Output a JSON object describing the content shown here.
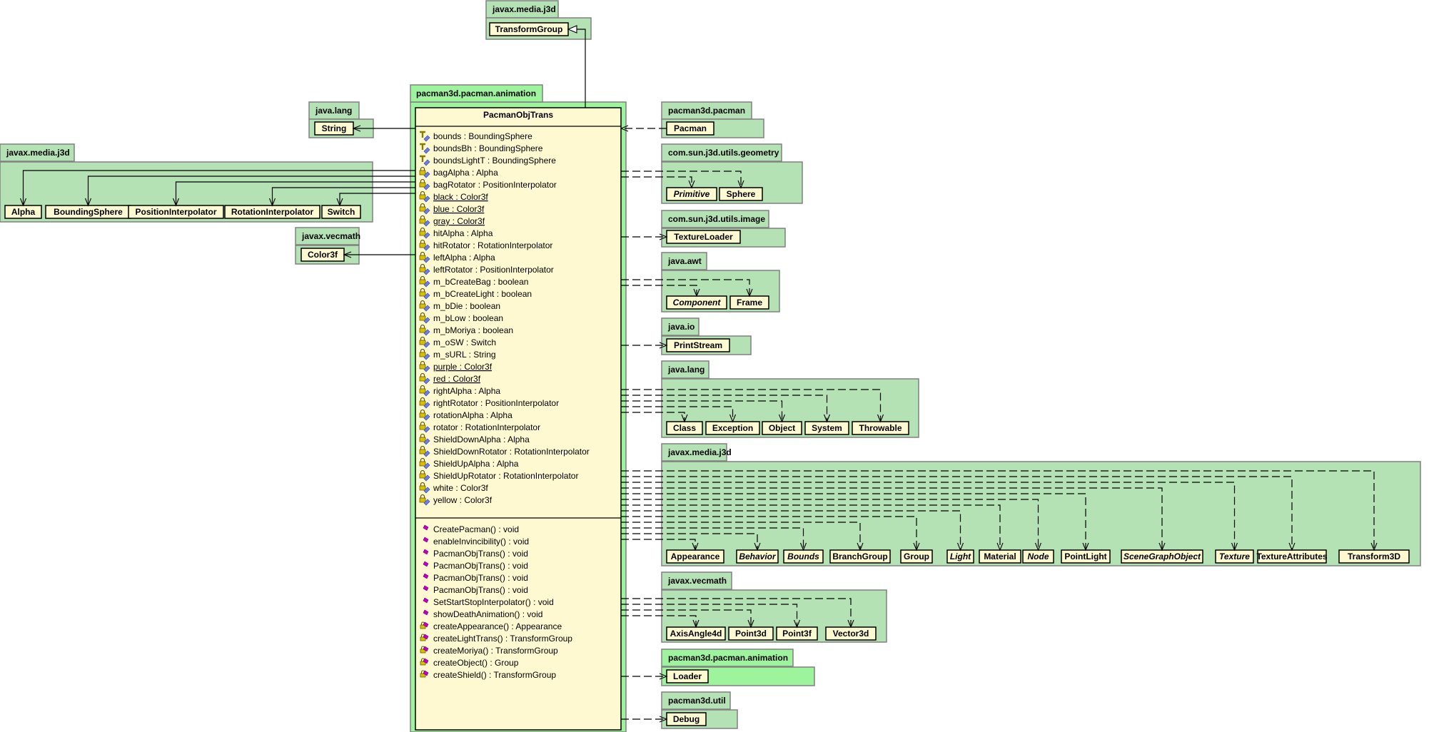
{
  "main_class": {
    "package": "pacman3d.pacman.animation",
    "name": "PacmanObjTrans",
    "attributes": [
      {
        "text": "bounds : BoundingSphere",
        "icon": "protected-field-icon",
        "static": false
      },
      {
        "text": "boundsBh : BoundingSphere",
        "icon": "protected-field-icon",
        "static": false
      },
      {
        "text": "boundsLightT : BoundingSphere",
        "icon": "protected-field-icon",
        "static": false
      },
      {
        "text": "bagAlpha : Alpha",
        "icon": "private-field-icon",
        "static": false
      },
      {
        "text": "bagRotator : PositionInterpolator",
        "icon": "private-field-icon",
        "static": false
      },
      {
        "text": "black : Color3f",
        "icon": "private-field-icon",
        "static": true
      },
      {
        "text": "blue : Color3f",
        "icon": "private-field-icon",
        "static": true
      },
      {
        "text": "gray : Color3f",
        "icon": "private-field-icon",
        "static": true
      },
      {
        "text": "hitAlpha : Alpha",
        "icon": "private-field-icon",
        "static": false
      },
      {
        "text": "hitRotator : RotationInterpolator",
        "icon": "private-field-icon",
        "static": false
      },
      {
        "text": "leftAlpha : Alpha",
        "icon": "private-field-icon",
        "static": false
      },
      {
        "text": "leftRotator : PositionInterpolator",
        "icon": "private-field-icon",
        "static": false
      },
      {
        "text": "m_bCreateBag : boolean",
        "icon": "private-field-icon",
        "static": false
      },
      {
        "text": "m_bCreateLight : boolean",
        "icon": "private-field-icon",
        "static": false
      },
      {
        "text": "m_bDie : boolean",
        "icon": "private-field-icon",
        "static": false
      },
      {
        "text": "m_bLow : boolean",
        "icon": "private-field-icon",
        "static": false
      },
      {
        "text": "m_bMoriya : boolean",
        "icon": "private-field-icon",
        "static": false
      },
      {
        "text": "m_oSW : Switch",
        "icon": "private-field-icon",
        "static": false
      },
      {
        "text": "m_sURL : String",
        "icon": "private-field-icon",
        "static": false
      },
      {
        "text": "purple : Color3f",
        "icon": "private-field-icon",
        "static": true
      },
      {
        "text": "red : Color3f",
        "icon": "private-field-icon",
        "static": true
      },
      {
        "text": "rightAlpha : Alpha",
        "icon": "private-field-icon",
        "static": false
      },
      {
        "text": "rightRotator : PositionInterpolator",
        "icon": "private-field-icon",
        "static": false
      },
      {
        "text": "rotationAlpha : Alpha",
        "icon": "private-field-icon",
        "static": false
      },
      {
        "text": "rotator : RotationInterpolator",
        "icon": "private-field-icon",
        "static": false
      },
      {
        "text": "ShieldDownAlpha : Alpha",
        "icon": "private-field-icon",
        "static": false
      },
      {
        "text": "ShieldDownRotator : RotationInterpolator",
        "icon": "private-field-icon",
        "static": false
      },
      {
        "text": "ShieldUpAlpha : Alpha",
        "icon": "private-field-icon",
        "static": false
      },
      {
        "text": "ShieldUpRotator : RotationInterpolator",
        "icon": "private-field-icon",
        "static": false
      },
      {
        "text": "white : Color3f",
        "icon": "private-field-icon",
        "static": false
      },
      {
        "text": "yellow : Color3f",
        "icon": "private-field-icon",
        "static": false
      }
    ],
    "operations": [
      {
        "text": "CreatePacman() : void",
        "icon": "public-method-icon"
      },
      {
        "text": "enableInvincibility() : void",
        "icon": "public-method-icon"
      },
      {
        "text": "PacmanObjTrans() : void",
        "icon": "public-method-icon"
      },
      {
        "text": "PacmanObjTrans() : void",
        "icon": "public-method-icon"
      },
      {
        "text": "PacmanObjTrans() : void",
        "icon": "public-method-icon"
      },
      {
        "text": "PacmanObjTrans() : void",
        "icon": "public-method-icon"
      },
      {
        "text": "SetStartStopInterpolator() : void",
        "icon": "public-method-icon"
      },
      {
        "text": "showDeathAnimation() : void",
        "icon": "public-method-icon"
      },
      {
        "text": "createAppearance() : Appearance",
        "icon": "private-method-icon"
      },
      {
        "text": "createLightTrans() : TransformGroup",
        "icon": "private-method-icon"
      },
      {
        "text": "createMoriya() : TransformGroup",
        "icon": "private-method-icon"
      },
      {
        "text": "createObject() : Group",
        "icon": "private-method-icon"
      },
      {
        "text": "createShield() : TransformGroup",
        "icon": "private-method-icon"
      }
    ]
  },
  "packages": [
    {
      "id": "p_top_j3d",
      "name": "javax.media.j3d",
      "own": false,
      "classes": [
        {
          "name": "TransformGroup",
          "abstract": false
        }
      ]
    },
    {
      "id": "p_left_lang",
      "name": "java.lang",
      "own": false,
      "classes": [
        {
          "name": "String",
          "abstract": false
        }
      ]
    },
    {
      "id": "p_left_j3d",
      "name": "javax.media.j3d",
      "own": false,
      "classes": [
        {
          "name": "Alpha",
          "abstract": false
        },
        {
          "name": "BoundingSphere",
          "abstract": false
        },
        {
          "name": "PositionInterpolator",
          "abstract": false
        },
        {
          "name": "RotationInterpolator",
          "abstract": false
        },
        {
          "name": "Switch",
          "abstract": false
        }
      ]
    },
    {
      "id": "p_left_vecmath",
      "name": "javax.vecmath",
      "own": false,
      "classes": [
        {
          "name": "Color3f",
          "abstract": false
        }
      ]
    },
    {
      "id": "p_r_pacman",
      "name": "pacman3d.pacman",
      "own": false,
      "classes": [
        {
          "name": "Pacman",
          "abstract": false
        }
      ]
    },
    {
      "id": "p_r_geom",
      "name": "com.sun.j3d.utils.geometry",
      "own": false,
      "classes": [
        {
          "name": "Primitive",
          "abstract": true
        },
        {
          "name": "Sphere",
          "abstract": false
        }
      ]
    },
    {
      "id": "p_r_image",
      "name": "com.sun.j3d.utils.image",
      "own": false,
      "classes": [
        {
          "name": "TextureLoader",
          "abstract": false
        }
      ]
    },
    {
      "id": "p_r_awt",
      "name": "java.awt",
      "own": false,
      "classes": [
        {
          "name": "Component",
          "abstract": true
        },
        {
          "name": "Frame",
          "abstract": false
        }
      ]
    },
    {
      "id": "p_r_io",
      "name": "java.io",
      "own": false,
      "classes": [
        {
          "name": "PrintStream",
          "abstract": false
        }
      ]
    },
    {
      "id": "p_r_lang",
      "name": "java.lang",
      "own": false,
      "classes": [
        {
          "name": "Class",
          "abstract": false
        },
        {
          "name": "Exception",
          "abstract": false
        },
        {
          "name": "Object",
          "abstract": false
        },
        {
          "name": "System",
          "abstract": false
        },
        {
          "name": "Throwable",
          "abstract": false
        }
      ]
    },
    {
      "id": "p_r_j3d",
      "name": "javax.media.j3d",
      "own": false,
      "classes": [
        {
          "name": "Appearance",
          "abstract": false
        },
        {
          "name": "Behavior",
          "abstract": true
        },
        {
          "name": "Bounds",
          "abstract": true
        },
        {
          "name": "BranchGroup",
          "abstract": false
        },
        {
          "name": "Group",
          "abstract": false
        },
        {
          "name": "Light",
          "abstract": true
        },
        {
          "name": "Material",
          "abstract": false
        },
        {
          "name": "Node",
          "abstract": true
        },
        {
          "name": "PointLight",
          "abstract": false
        },
        {
          "name": "SceneGraphObject",
          "abstract": true
        },
        {
          "name": "Texture",
          "abstract": true
        },
        {
          "name": "TextureAttributes",
          "abstract": false
        },
        {
          "name": "Transform3D",
          "abstract": false
        }
      ]
    },
    {
      "id": "p_r_vecmath",
      "name": "javax.vecmath",
      "own": false,
      "classes": [
        {
          "name": "AxisAngle4d",
          "abstract": false
        },
        {
          "name": "Point3d",
          "abstract": false
        },
        {
          "name": "Point3f",
          "abstract": false
        },
        {
          "name": "Vector3d",
          "abstract": false
        }
      ]
    },
    {
      "id": "p_r_anim",
      "name": "pacman3d.pacman.animation",
      "own": true,
      "classes": [
        {
          "name": "Loader",
          "abstract": false
        }
      ]
    },
    {
      "id": "p_r_util",
      "name": "pacman3d.util",
      "own": false,
      "classes": [
        {
          "name": "Debug",
          "abstract": false
        }
      ]
    }
  ],
  "relations": {
    "generalization": "TransformGroup",
    "associations": [
      "String",
      "Alpha",
      "BoundingSphere",
      "PositionInterpolator",
      "RotationInterpolator",
      "Switch",
      "Color3f"
    ],
    "incoming_dependency": "Pacman",
    "dependencies": [
      "Primitive",
      "Sphere",
      "TextureLoader",
      "Component",
      "Frame",
      "PrintStream",
      "Class",
      "Exception",
      "Object",
      "System",
      "Throwable",
      "Appearance",
      "Behavior",
      "Bounds",
      "BranchGroup",
      "Group",
      "Light",
      "Material",
      "Node",
      "PointLight",
      "SceneGraphObject",
      "Texture",
      "TextureAttributes",
      "Transform3D",
      "AxisAngle4d",
      "Point3d",
      "Point3f",
      "Vector3d",
      "Loader",
      "Debug"
    ]
  }
}
